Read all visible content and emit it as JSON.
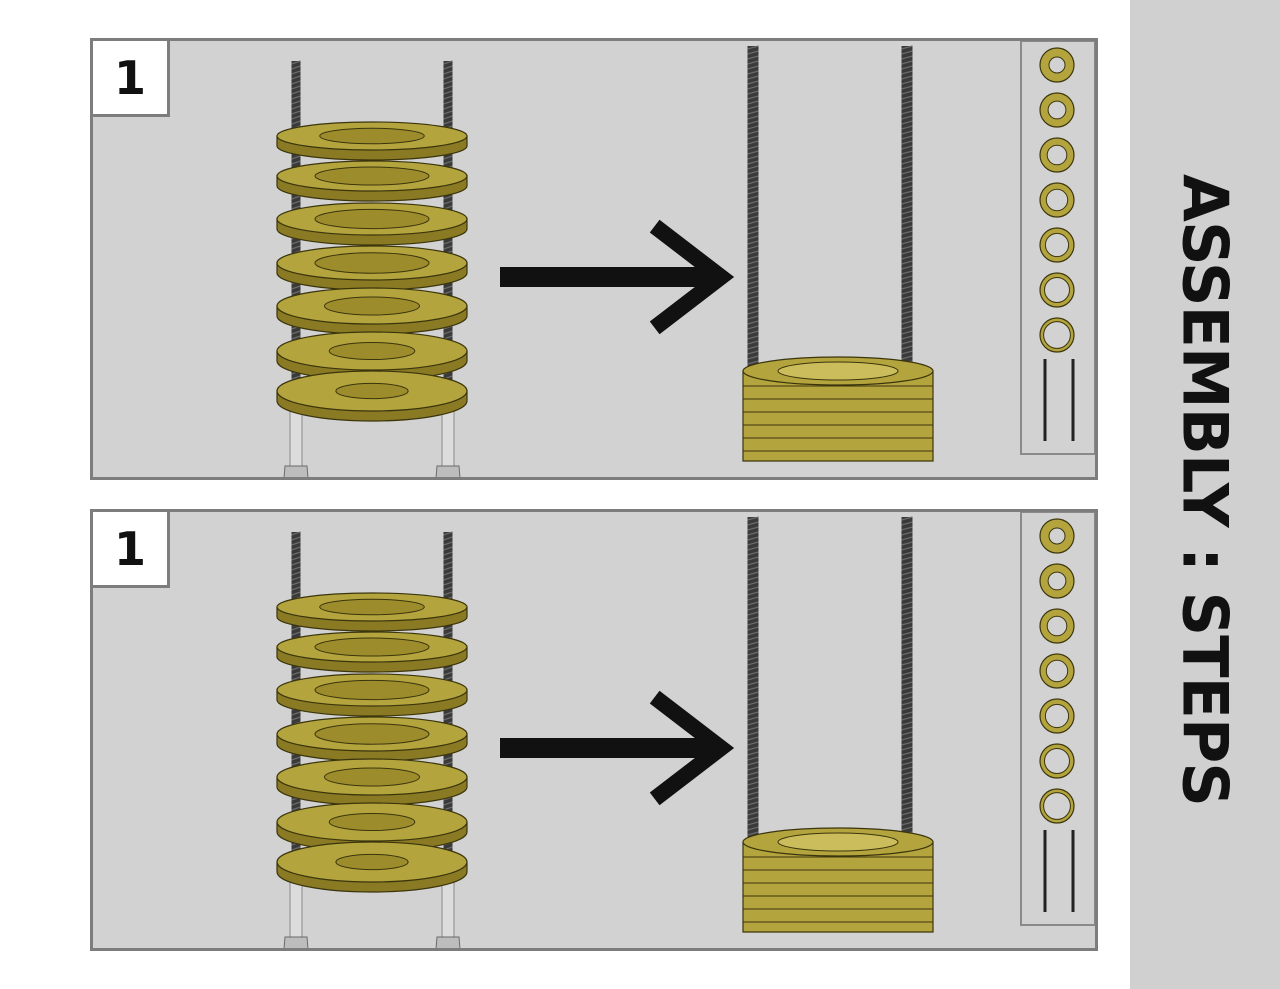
{
  "sidebar": {
    "title": "ASSEMBLY : STEPS"
  },
  "steps": [
    {
      "number": "1"
    },
    {
      "number": "1"
    }
  ],
  "colors": {
    "ring": "#b4a43e",
    "ring_dark": "#8a7a24",
    "rod": "#3a3a3a",
    "panel": "#d2d2d2",
    "sidebar": "#d0d0d0"
  }
}
